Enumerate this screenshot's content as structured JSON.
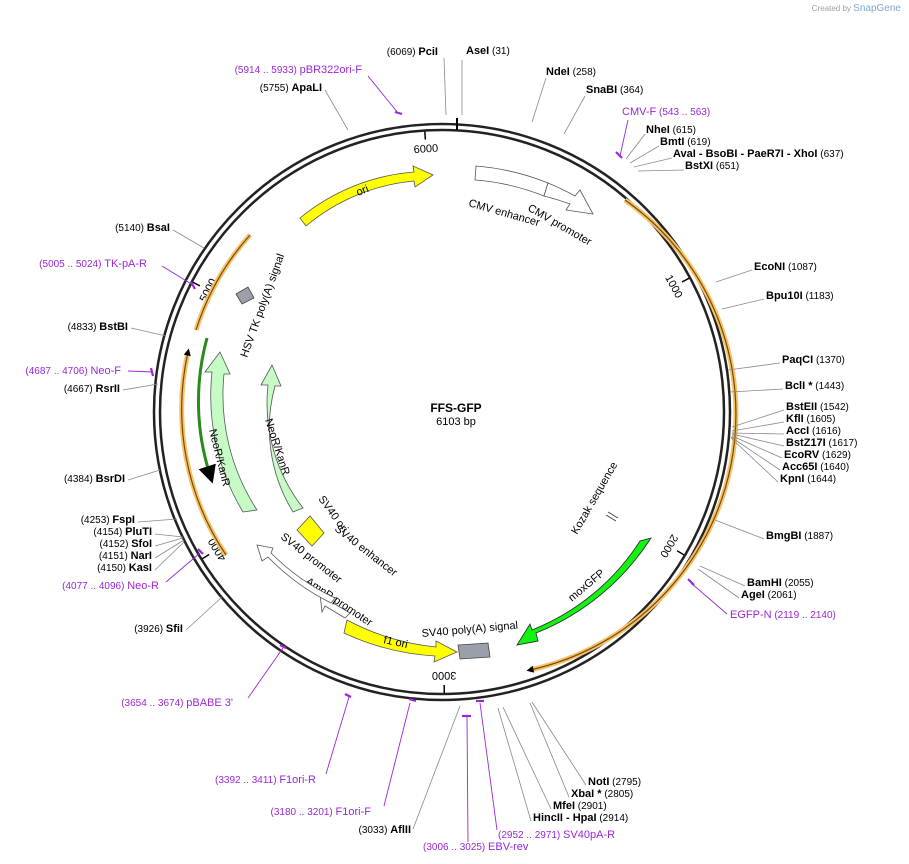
{
  "credit": {
    "prefix": "Created by",
    "brand": "SnapGene"
  },
  "plasmid": {
    "name": "FFS-GFP",
    "length_label": "6103 bp",
    "length": 6103
  },
  "colors": {
    "primer": "#9b27d6",
    "ori": "#ffff00",
    "marker": "#c6fbc6",
    "gfp": "#14f214",
    "polyA": "#9a9fa8",
    "orf": "#f5a623"
  },
  "ticks": [
    "1000",
    "2000",
    "3000",
    "4000",
    "5000",
    "6000"
  ],
  "sites": [
    {
      "name": "AseI",
      "pos": "(31)"
    },
    {
      "name": "NdeI",
      "pos": "(258)"
    },
    {
      "name": "SnaBI",
      "pos": "(364)"
    },
    {
      "name": "NheI",
      "pos": "(615)"
    },
    {
      "name": "BmtI",
      "pos": "(619)"
    },
    {
      "name": "AvaI - BsoBI - PaeR7I - XhoI",
      "pos": "(637)"
    },
    {
      "name": "BstXI",
      "pos": "(651)"
    },
    {
      "name": "EcoNI",
      "pos": "(1087)"
    },
    {
      "name": "Bpu10I",
      "pos": "(1183)"
    },
    {
      "name": "PaqCI",
      "pos": "(1370)"
    },
    {
      "name": "BclI *",
      "pos": "(1443)"
    },
    {
      "name": "BstEII",
      "pos": "(1542)"
    },
    {
      "name": "KflI",
      "pos": "(1605)"
    },
    {
      "name": "AccI",
      "pos": "(1616)"
    },
    {
      "name": "BstZ17I",
      "pos": "(1617)"
    },
    {
      "name": "EcoRV",
      "pos": "(1629)"
    },
    {
      "name": "Acc65I",
      "pos": "(1640)"
    },
    {
      "name": "KpnI",
      "pos": "(1644)"
    },
    {
      "name": "BmgBI",
      "pos": "(1887)"
    },
    {
      "name": "BamHI",
      "pos": "(2055)"
    },
    {
      "name": "AgeI",
      "pos": "(2061)"
    },
    {
      "name": "NotI",
      "pos": "(2795)"
    },
    {
      "name": "XbaI *",
      "pos": "(2805)"
    },
    {
      "name": "MfeI",
      "pos": "(2901)"
    },
    {
      "name": "HincII - HpaI",
      "pos": "(2914)"
    },
    {
      "name": "AflII",
      "pos": "(3033)"
    },
    {
      "name": "SfiI",
      "pos": "(3926)"
    },
    {
      "name": "KasI",
      "pos": "(4150)"
    },
    {
      "name": "NarI",
      "pos": "(4151)"
    },
    {
      "name": "SfoI",
      "pos": "(4152)"
    },
    {
      "name": "PluTI",
      "pos": "(4154)"
    },
    {
      "name": "FspI",
      "pos": "(4253)"
    },
    {
      "name": "BsrDI",
      "pos": "(4384)"
    },
    {
      "name": "RsrII",
      "pos": "(4667)"
    },
    {
      "name": "BstBI",
      "pos": "(4833)"
    },
    {
      "name": "BsaI",
      "pos": "(5140)"
    },
    {
      "name": "ApaLI",
      "pos": "(5755)"
    },
    {
      "name": "PciI",
      "pos": "(6069)"
    }
  ],
  "primers": [
    {
      "name": "CMV-F",
      "range": "(543 .. 563)"
    },
    {
      "name": "EGFP-N",
      "range": "(2119 .. 2140)"
    },
    {
      "name": "SV40pA-R",
      "range": "(2952 .. 2971)"
    },
    {
      "name": "EBV-rev",
      "range": "(3006 .. 3025)"
    },
    {
      "name": "F1ori-F",
      "range": "(3180 .. 3201)"
    },
    {
      "name": "F1ori-R",
      "range": "(3392 .. 3411)"
    },
    {
      "name": "pBABE 3'",
      "range": "(3654 .. 3674)"
    },
    {
      "name": "Neo-R",
      "range": "(4077 .. 4096)"
    },
    {
      "name": "Neo-F",
      "range": "(4687 .. 4706)"
    },
    {
      "name": "TK-pA-R",
      "range": "(5005 .. 5024)"
    },
    {
      "name": "pBR322ori-F",
      "range": "(5914 .. 5933)"
    }
  ],
  "features": {
    "ori": "ori",
    "cmv_enhancer": "CMV enhancer",
    "cmv_promoter": "CMV promoter",
    "kozak": "Kozak sequence",
    "moxgfp": "moxGFP",
    "sv40_polya": "SV40 poly(A) signal",
    "f1_ori": "f1 ori",
    "ampr_promoter": "AmpR promoter",
    "sv40_promoter": "SV40 promoter",
    "sv40_enhancer": "SV40 enhancer",
    "sv40_ori": "SV40 ori",
    "neor_kanr_1": "NeoR/KanR",
    "neor_kanr_2": "NeoR/KanR",
    "hsv_tk_polya": "HSV TK poly(A) signal"
  }
}
